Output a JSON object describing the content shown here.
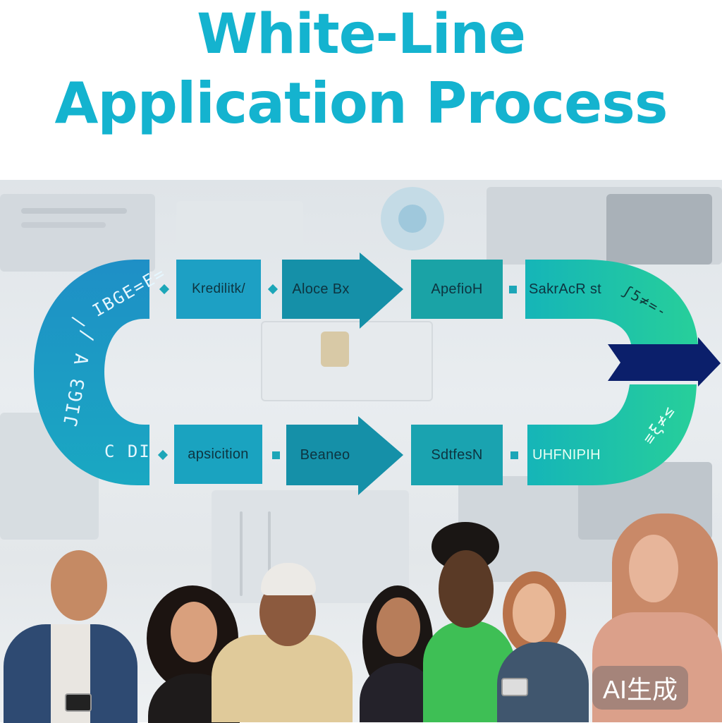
{
  "title": {
    "line1": "White-Line",
    "line2": "Application Process"
  },
  "diagram": {
    "loop_left_upper": "\\ IBGE=E=",
    "loop_left_middle": "JIG3 ∀ /",
    "loop_left_lower": "C DI",
    "top_row": [
      "Kredilitk/",
      "Aloce Bx",
      "ApefioH",
      "SakrAcR st"
    ],
    "top_right_curve": "ʃ5≠=-",
    "bottom_row": [
      "apsicition",
      "Beaneo",
      "SdtfesN",
      "UHFNIPIH"
    ],
    "bottom_right_curve": "≡ξ≠≤",
    "colors": {
      "teal": "#1aa6bf",
      "teal_dark": "#1590a8",
      "green": "#22c4a0",
      "navy": "#0b1f6b"
    }
  },
  "badge": "AI生成"
}
